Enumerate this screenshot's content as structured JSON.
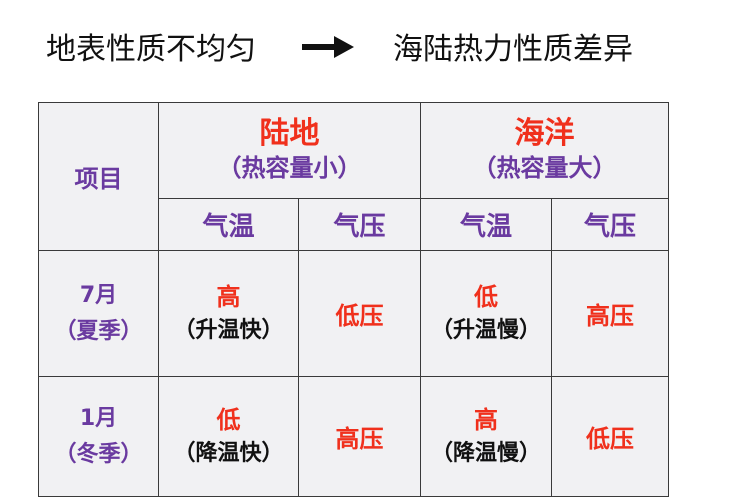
{
  "heading": {
    "left": "地表性质不均匀",
    "right": "海陆热力性质差异"
  },
  "table": {
    "item_label": "项目",
    "land": {
      "title": "陆地",
      "subtitle": "（热容量小）"
    },
    "sea": {
      "title": "海洋",
      "subtitle": "（热容量大）"
    },
    "columns": [
      "气温",
      "气压",
      "气温",
      "气压"
    ],
    "rows": [
      {
        "month": "7月",
        "season": "（夏季）",
        "land_temp_main": "高",
        "land_temp_sub": "（升温快）",
        "land_pressure": "低压",
        "sea_temp_main": "低",
        "sea_temp_sub": "（升温慢）",
        "sea_pressure": "高压"
      },
      {
        "month": "1月",
        "season": "（冬季）",
        "land_temp_main": "低",
        "land_temp_sub": "（降温快）",
        "land_pressure": "高压",
        "sea_temp_main": "高",
        "sea_temp_sub": "（降温慢）",
        "sea_pressure": "低压"
      }
    ]
  },
  "colors": {
    "purple": "#6a3aa0",
    "red": "#f0301c",
    "text": "#111111",
    "table_bg": "#f1f1f3",
    "border": "#3a3a3a"
  },
  "icons": {
    "arrow": "right-arrow-icon"
  }
}
